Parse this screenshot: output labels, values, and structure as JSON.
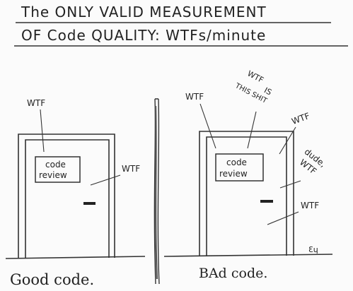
{
  "title": {
    "line1": "The ONLY VALID MEASUREMENT",
    "line2": "OF Code QUALITY: WTFs/minute"
  },
  "left_panel": {
    "sign_line1": "code",
    "sign_line2": "review",
    "wtf_1": "WTF",
    "wtf_2": "WTF",
    "caption": "Good code."
  },
  "right_panel": {
    "sign_line1": "code",
    "sign_line2": "review",
    "wtf_1": "WTF",
    "wtf_is_this_line1": "WTF",
    "wtf_is_this_line2": "IS",
    "wtf_is_this_line3": "THIS SHIT",
    "wtf_2": "WTF",
    "dude_line1": "dude,",
    "dude_line2": "WTF",
    "wtf_3": "WTF",
    "caption": "BAd code.",
    "signature": "Ɛɥ"
  }
}
